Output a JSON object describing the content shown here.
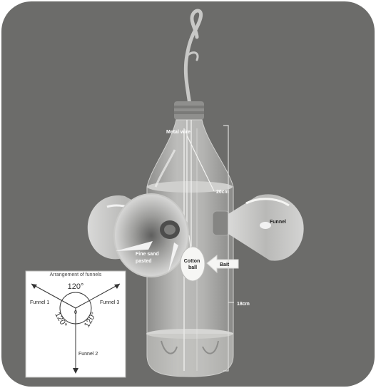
{
  "labels": {
    "metal_wire": "Metal wire",
    "length_upper": "20cm",
    "funnel": "Funnel",
    "bait": "Bait",
    "cotton_ball": "Cotton\nball",
    "fine_sand": "Fine sand\npasted",
    "length_lower": "18cm"
  },
  "inset": {
    "title": "Arrangement of funnels",
    "funnel_1": "Funnel 1",
    "funnel_2": "Funnel 2",
    "funnel_3": "Funnel 3",
    "center": "0",
    "angles": [
      "120°",
      "120°",
      "120°"
    ]
  },
  "colors": {
    "background": "#6c6c6a",
    "bottle": "#a7a7a5",
    "bottle_highlight": "#e6e6e6",
    "inset_bg": "#ffffff"
  }
}
